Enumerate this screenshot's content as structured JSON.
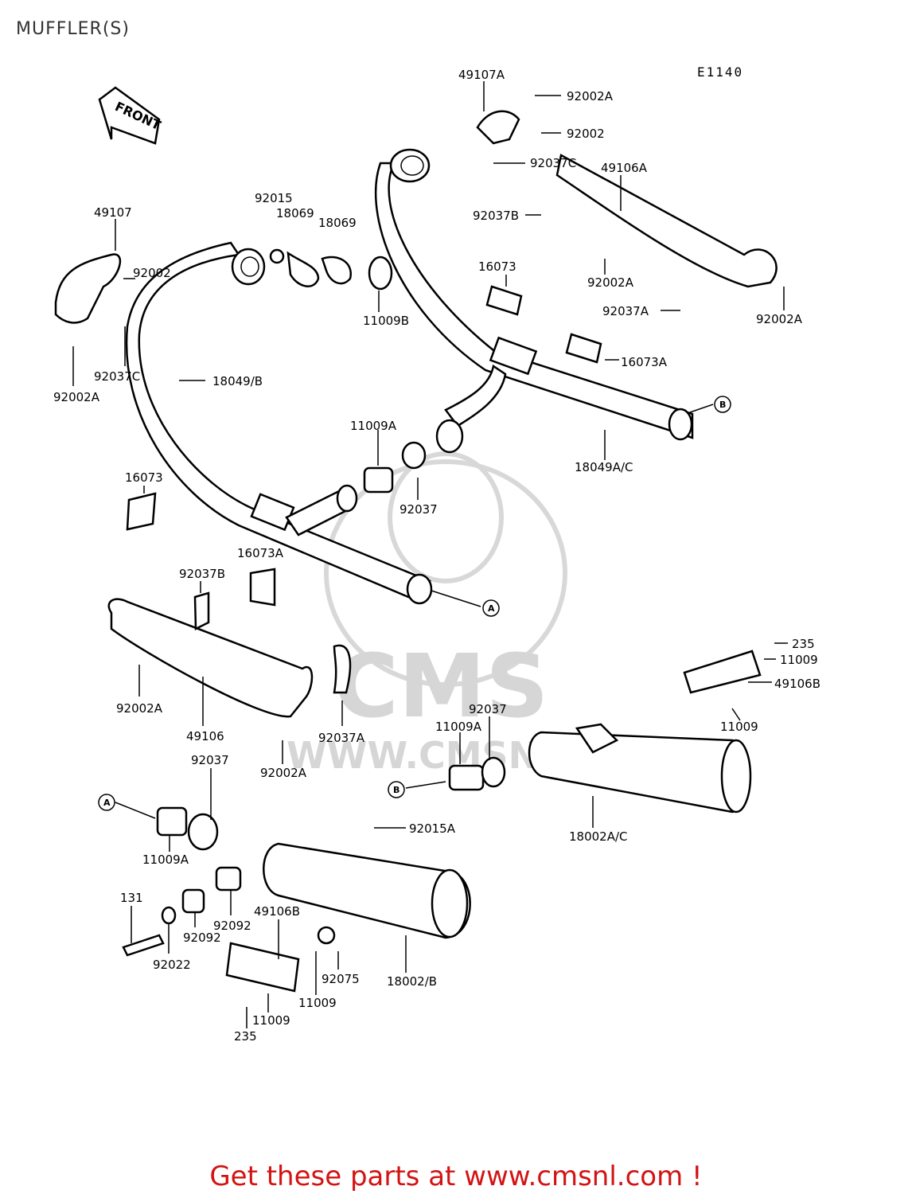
{
  "title": "MUFFLER(S)",
  "diagram_code": "E1140",
  "front_label": "FRONT",
  "watermark": {
    "brand": "CMS",
    "url": "WWW.CMSNL.COM"
  },
  "footer": "Get these parts at www.cmsnl.com !",
  "ref_markers": {
    "a": "A",
    "b": "B"
  },
  "labels": {
    "p49107A": "49107A",
    "p92002A_top": "92002A",
    "p92002_top": "92002",
    "p92037C_top": "92037C",
    "p49106A": "49106A",
    "p92037B_right": "92037B",
    "p92002A_mid": "92002A",
    "p92037A_right": "92037A",
    "p92002A_right": "92002A",
    "p16073_right": "16073",
    "p16073A_right": "16073A",
    "p49107": "49107",
    "p92002_left": "92002",
    "p92037C_left": "92037C",
    "p92002A_left": "92002A",
    "p92015": "92015",
    "p18069a": "18069",
    "p18069b": "18069",
    "p11009B": "11009B",
    "p18049B": "18049/B",
    "p11009A_mid": "11009A",
    "p92037_mid": "92037",
    "p18049AC": "18049A/C",
    "p16073_left": "16073",
    "p16073A_left": "16073A",
    "p92037B_left": "92037B",
    "p92002A_lower": "92002A",
    "p49106": "49106",
    "p92037A_lower": "92037A",
    "p92002A_lower2": "92002A",
    "p235_right": "235",
    "p11009_right1": "11009",
    "p49106B_right": "49106B",
    "p11009_right2": "11009",
    "p92037_right": "92037",
    "p11009A_right": "11009A",
    "p18002AC": "18002A/C",
    "p92037_lower": "92037",
    "p11009A_lower": "11009A",
    "p92015A": "92015A",
    "p131": "131",
    "p92022": "92022",
    "p92092a": "92092",
    "p92092b": "92092",
    "p49106B_lower": "49106B",
    "p92075": "92075",
    "p11009_lower1": "11009",
    "p18002B": "18002/B",
    "p11009_lower2": "11009",
    "p235_lower": "235"
  }
}
